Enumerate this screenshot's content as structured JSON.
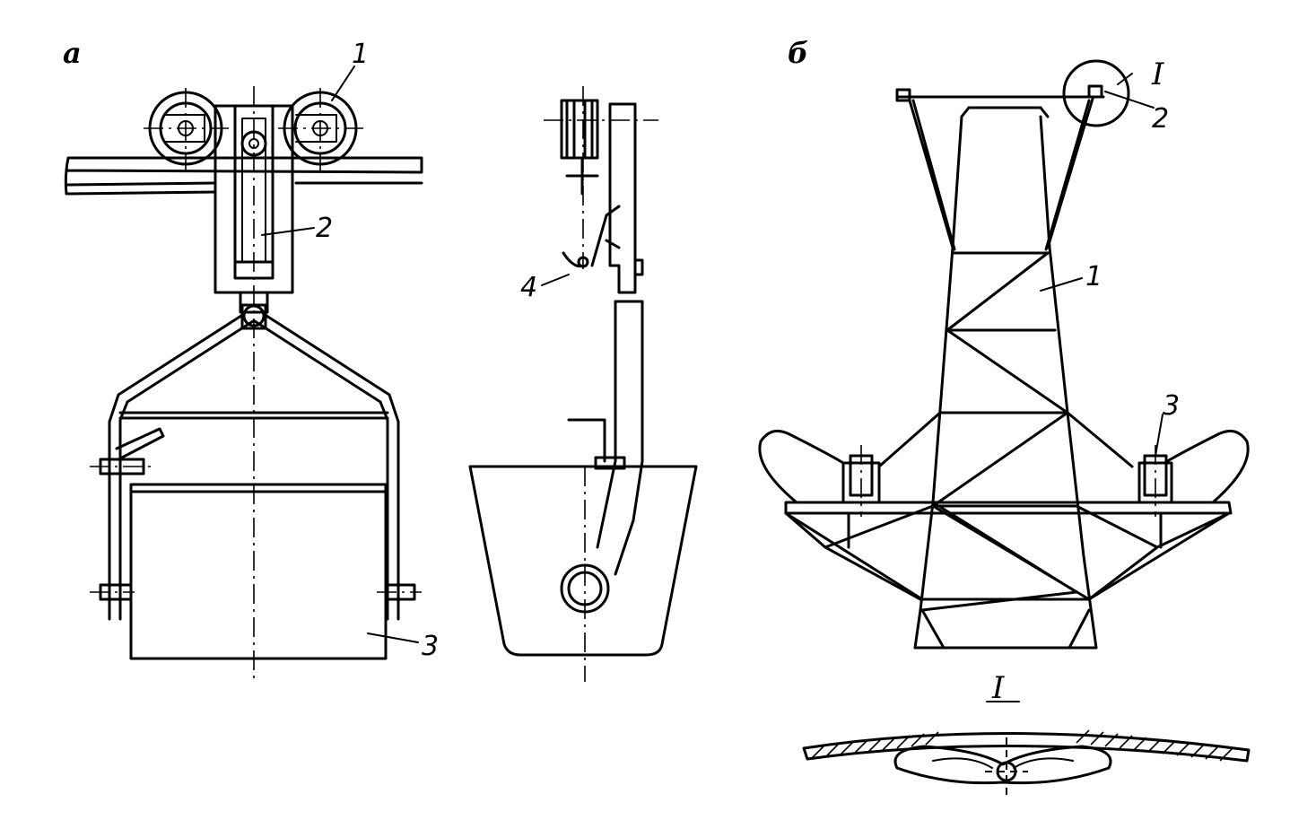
{
  "panels": {
    "a": {
      "letter": "а"
    },
    "b": {
      "letter": "б"
    }
  },
  "callouts_a": {
    "wheel": "1",
    "frame": "2",
    "bucket": "3",
    "hook": "4"
  },
  "callouts_b": {
    "tower": "1",
    "bracket": "2",
    "bolt": "3",
    "detail_ref": "I"
  },
  "detail": {
    "title": "I"
  }
}
